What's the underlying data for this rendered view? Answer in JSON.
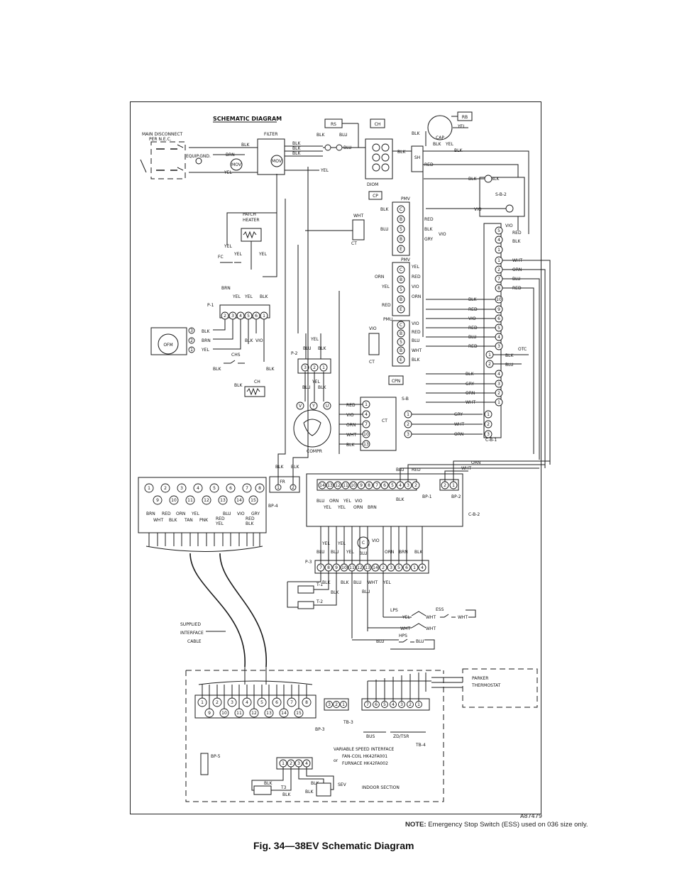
{
  "title": "SCHEMATIC DIAGRAM",
  "diagram_id": "A87479",
  "note_label": "NOTE:",
  "note_text": "Emergency Stop Switch (ESS) used on 036 size only.",
  "caption": "Fig. 34—38EV Schematic Diagram",
  "labels": {
    "main_disconnect": "MAIN DISCONNECT",
    "per_nec": "PER N.E.C.",
    "equip_gnd": "EQUIP.GND.",
    "filter": "FILTER",
    "mov": "MOV",
    "rs": "RS",
    "ch": "CH",
    "diom": "DIOM",
    "cp": "CP",
    "rb": "RB",
    "cap": "CAP",
    "sh": "SH",
    "s_b_2": "S-B-2",
    "patch_heater": "PATCH",
    "patch_heater2": "HEATER",
    "fc": "FC",
    "p1": "P-1",
    "p2": "P-2",
    "p3": "P-3",
    "ofm": "OFM",
    "chs": "CHS",
    "ct": "CT",
    "compr": "COMPR",
    "cpn": "CPN",
    "pmv": "PMV",
    "pmu": "PMU",
    "otc": "OTC",
    "s_b": "S-B",
    "c_b_1": "C-B-1",
    "c_b_2": "C-B-2",
    "bp1": "BP-1",
    "bp2": "BP-2",
    "bp3": "BP-3",
    "bp4": "BP-4",
    "bp5": "BP-5",
    "fr": "FR",
    "t1": "T-1",
    "t2": "T-2",
    "t3": "T3",
    "lps": "LPS",
    "hps": "HPS",
    "ess": "ESS",
    "sev": "SEV",
    "supplied": "SUPPLIED",
    "interface": "INTERFACE",
    "cable": "CABLE",
    "parker": "PARKER",
    "thermostat": "THERMOSTAT",
    "tb3": "TB-3",
    "tb4": "TB-4",
    "bus": "BUS",
    "zd_tsr": "ZD/TSR",
    "vsi": "VARIABLE SPEED INTERFACE",
    "fan_coil": "FAN-COIL HK42FA001",
    "or": "or",
    "furnace": "FURNACE HK42FA002",
    "indoor": "INDOOR SECTION"
  },
  "wire_colors": {
    "blk": "BLK",
    "blu": "BLU",
    "brn": "BRN",
    "yel": "YEL",
    "red": "RED",
    "wht": "WHT",
    "vio": "VIO",
    "orn": "ORN",
    "gry": "GRY",
    "tan": "TAN",
    "pnk": "PNK"
  },
  "colors": {
    "ink": "#1a1a1a",
    "paper": "#ffffff"
  }
}
